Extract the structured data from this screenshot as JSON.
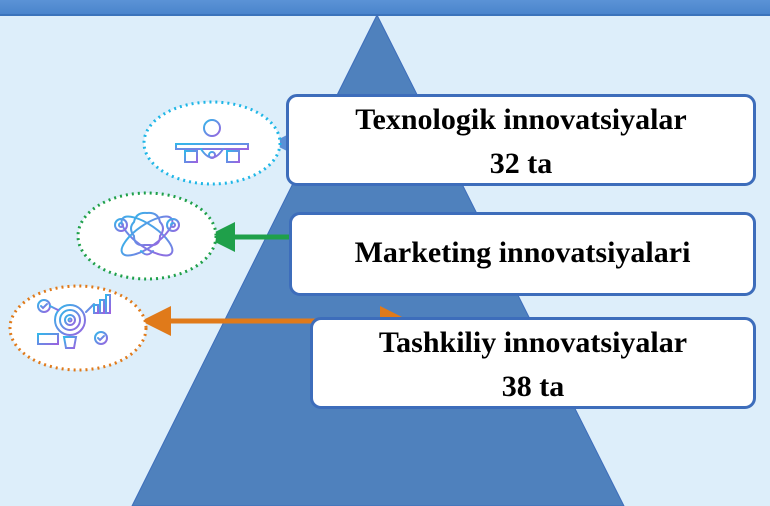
{
  "colors": {
    "background": "#ddeefa",
    "top_bar": "#4a84cc",
    "pyramid": "#4f81bd",
    "box_border": "#3d6dbb",
    "arrow_technological": "#5b8fd6",
    "arrow_marketing": "#1fa04a",
    "arrow_organizational": "#e07a1a",
    "ring_technological": "#1fb6e6",
    "ring_marketing": "#1fa04a",
    "ring_organizational": "#e07a1a"
  },
  "levels": [
    {
      "label": "Texnologik innovatsiyalar",
      "value": "32 ta",
      "icon": "lightbulb-desk-icon"
    },
    {
      "label": "Marketing innovatsiyalari",
      "value": "",
      "icon": "brain-gears-icon"
    },
    {
      "label": "Tashkiliy innovatsiyalar",
      "value": "38 ta",
      "icon": "target-lightbulb-icon"
    }
  ]
}
